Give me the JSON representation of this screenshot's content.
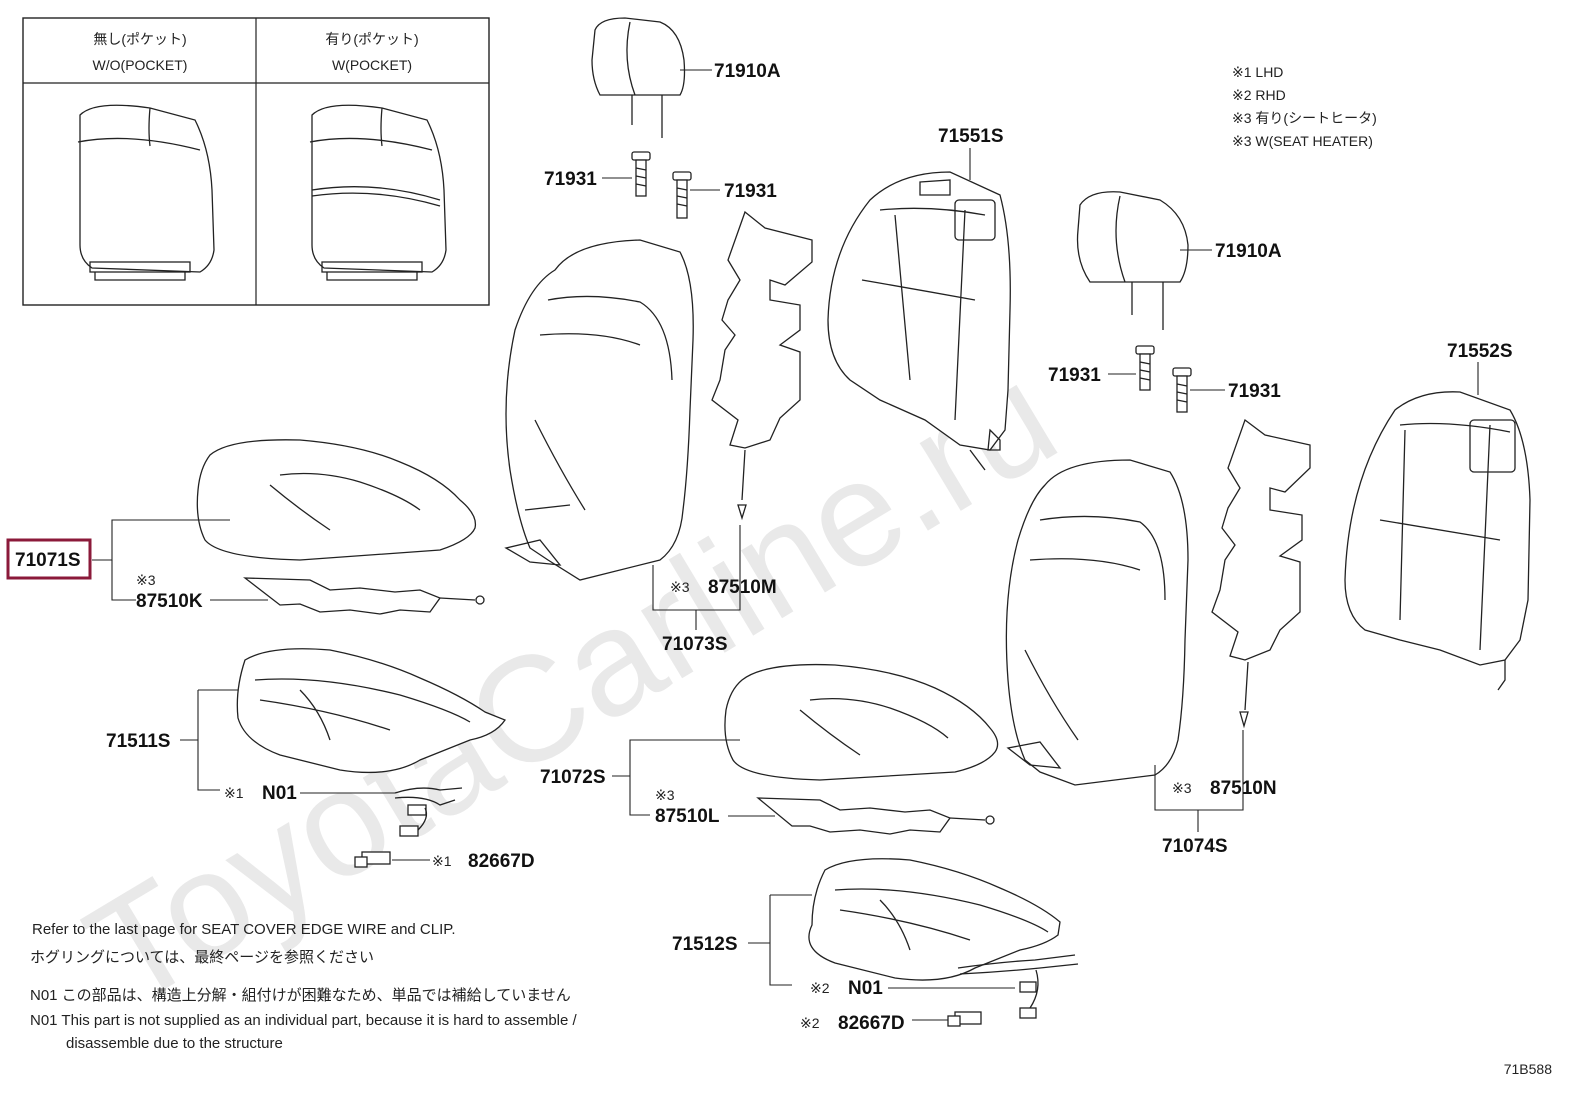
{
  "watermark": "ToyotaCarline.ru",
  "diagram_code": "71B588",
  "inset": {
    "left_header_jp": "無し(ポケット)",
    "left_header_en": "W/O(POCKET)",
    "right_header_jp": "有り(ポケット)",
    "right_header_en": "W(POCKET)"
  },
  "legend": [
    "※1 LHD",
    "※2 RHD",
    "※3 有り(シートヒータ)",
    "※3 W(SEAT HEATER)"
  ],
  "parts": {
    "headrest_left": "71910A",
    "headrest_right": "71910A",
    "support_1": "71931",
    "support_2": "71931",
    "support_3": "71931",
    "support_4": "71931",
    "back_pad_left": "71551S",
    "back_pad_right": "71552S",
    "cushion_cover_left": "71071S",
    "cushion_heater_left": "87510K",
    "back_cover_left": "71073S",
    "back_heater_left": "87510M",
    "cushion_pad_left": "71511S",
    "n01_left": "N01",
    "clip_left": "82667D",
    "cushion_cover_right": "71072S",
    "cushion_heater_right": "87510L",
    "back_cover_right": "71074S",
    "back_heater_right": "87510N",
    "cushion_pad_right": "71512S",
    "n01_right": "N01",
    "clip_right": "82667D"
  },
  "marks": {
    "m1": "※1",
    "m2": "※2",
    "m3": "※3"
  },
  "highlight_part": "71071S",
  "notes": {
    "edge_wire_en": "Refer to the last page for SEAT COVER EDGE WIRE and CLIP.",
    "edge_wire_jp": "ホグリングについては、最終ページを参照ください",
    "n01_jp": "N01 この部品は、構造上分解・組付けが困難なため、単品では補給していません",
    "n01_en_1": "N01 This part is not supplied as an individual part, because it is hard to assemble /",
    "n01_en_2": "disassemble due to the structure"
  }
}
